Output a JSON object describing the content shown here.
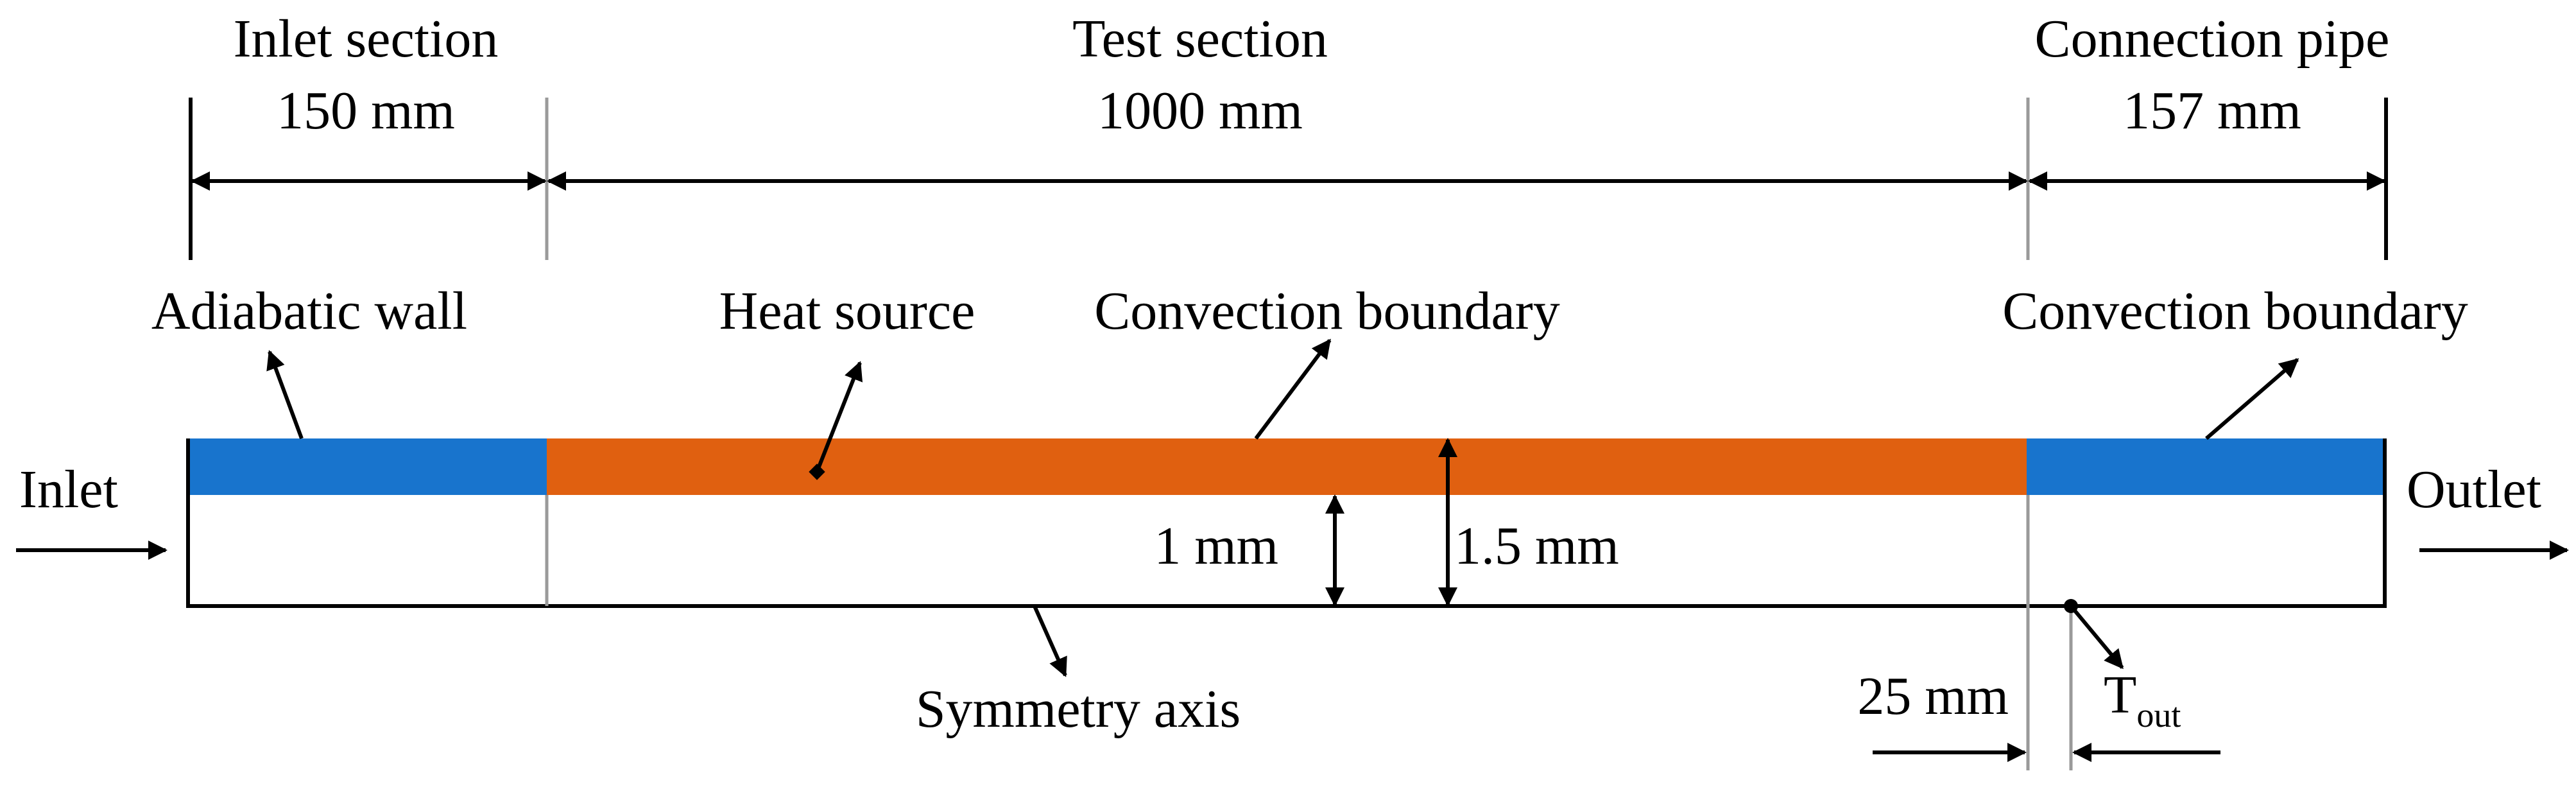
{
  "colors": {
    "adiabatic_wall": "#1874cd",
    "heat_source": "#e06010",
    "lines": "#000000",
    "section_dividers": "#9a9a9a",
    "background": "#ffffff"
  },
  "sections": {
    "inlet": {
      "title": "Inlet section",
      "length": "150 mm"
    },
    "test": {
      "title": "Test section",
      "length": "1000 mm"
    },
    "connection": {
      "title": "Connection pipe",
      "length": "157 mm"
    }
  },
  "boundaries": {
    "adiabatic_wall": "Adiabatic wall",
    "heat_source": "Heat source",
    "convection_test": "Convection boundary",
    "convection_connection": "Convection boundary",
    "symmetry_axis": "Symmetry axis"
  },
  "flow": {
    "inlet": "Inlet",
    "outlet": "Outlet"
  },
  "dimensions": {
    "inner_radius": "1 mm",
    "outer_radius": "1.5 mm",
    "sensor_offset": "25 mm"
  },
  "sensor": {
    "symbol": "T",
    "subscript": "out"
  }
}
